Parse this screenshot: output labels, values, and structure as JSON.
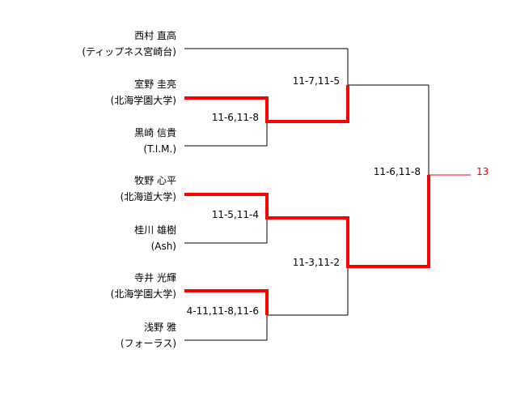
{
  "colors": {
    "line": "#000000",
    "winner": "#ff0000",
    "result_text": "#e00000"
  },
  "players": [
    {
      "name": "西村 直高",
      "affiliation": "(ティップネス宮崎台)"
    },
    {
      "name": "室野 圭亮",
      "affiliation": "(北海学園大学)"
    },
    {
      "name": "黒崎 信貴",
      "affiliation": "(T.I.M.)"
    },
    {
      "name": "牧野 心平",
      "affiliation": "(北海道大学)"
    },
    {
      "name": "桂川 雄樹",
      "affiliation": "(Ash)"
    },
    {
      "name": "寺井 光輝",
      "affiliation": "(北海学園大学)"
    },
    {
      "name": "浅野 雅",
      "affiliation": "(フォーラス)"
    }
  ],
  "scores": {
    "qf1": "11-6,11-8",
    "qf2": "11-5,11-4",
    "qf3": "4-11,11-8,11-6",
    "sf1": "11-7,11-5",
    "sf2": "11-3,11-2",
    "final": "11-6,11-8"
  },
  "result": "13"
}
